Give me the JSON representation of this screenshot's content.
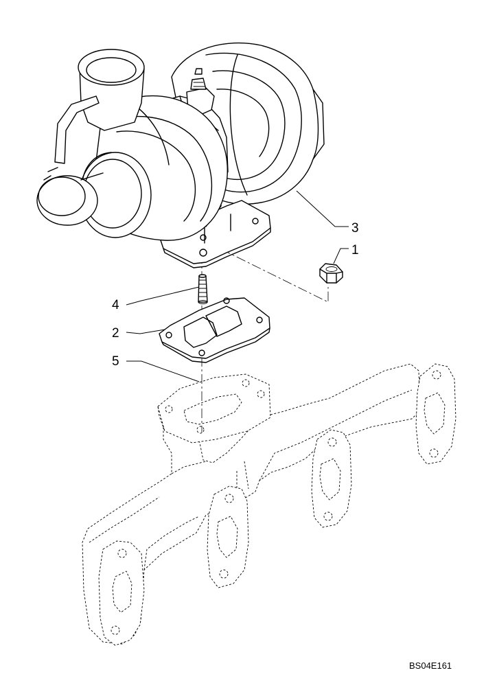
{
  "callouts": [
    {
      "id": "1",
      "label": "1"
    },
    {
      "id": "2",
      "label": "2"
    },
    {
      "id": "3",
      "label": "3"
    },
    {
      "id": "4",
      "label": "4"
    },
    {
      "id": "5",
      "label": "5"
    }
  ],
  "drawing_code": "BS04E161"
}
